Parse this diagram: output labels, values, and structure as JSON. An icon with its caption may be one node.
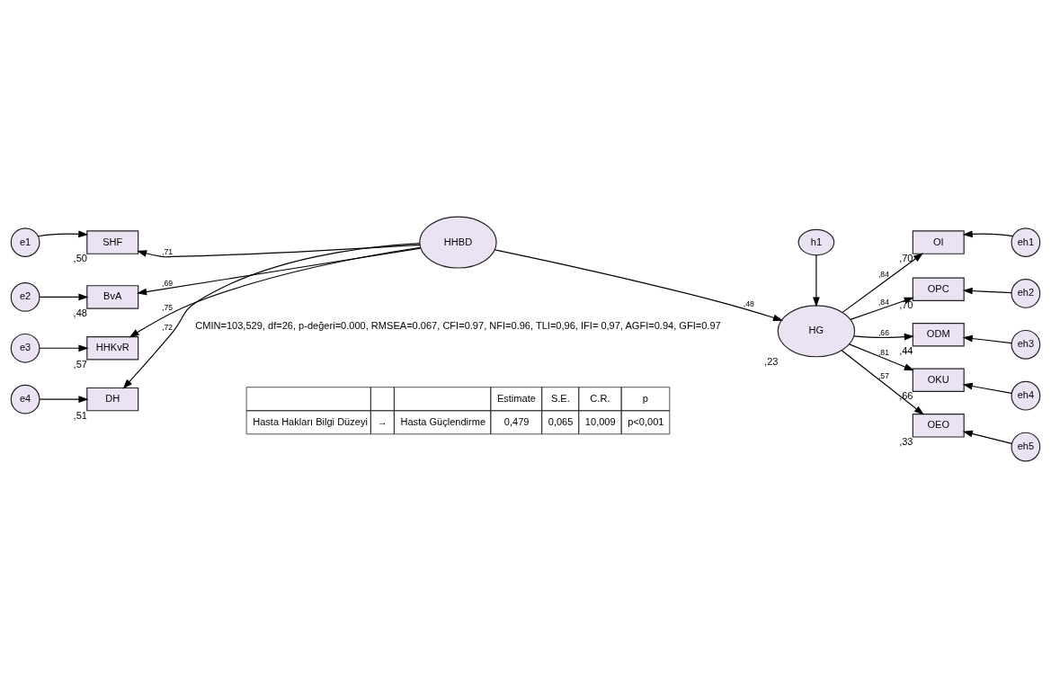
{
  "diagram": {
    "nodes": [
      {
        "text": [
          "e1"
        ]
      },
      {
        "text": [
          "SHF"
        ],
        "beside": [
          ",50"
        ]
      },
      {
        "text": [
          "e2"
        ]
      },
      {
        "text": [
          "BvA"
        ],
        "beside": [
          ",48"
        ]
      },
      {
        "text": [
          "e3"
        ]
      },
      {
        "text": [
          "HHKvR"
        ],
        "beside": [
          ",57"
        ]
      },
      {
        "text": [
          "e4"
        ]
      },
      {
        "text": [
          "DH"
        ],
        "beside": [
          ",51"
        ]
      },
      {
        "text": [
          "HHBD"
        ]
      },
      {
        "text": [
          "h1"
        ]
      },
      {
        "text": [
          "HG"
        ],
        "beside": [
          ",23"
        ]
      },
      {
        "text": [
          "OI"
        ],
        "beside": [
          ",70"
        ]
      },
      {
        "text": [
          "eh1"
        ]
      },
      {
        "text": [
          "OPC"
        ],
        "beside": [
          ",70"
        ]
      },
      {
        "text": [
          "eh2"
        ]
      },
      {
        "text": [
          "ODM"
        ],
        "beside": [
          ",44"
        ]
      },
      {
        "text": [
          "eh3"
        ]
      },
      {
        "text": [
          "OKU"
        ],
        "beside": [
          ",66"
        ]
      },
      {
        "text": [
          "eh4"
        ]
      },
      {
        "text": [
          "OEO"
        ],
        "beside": [
          ",33"
        ]
      },
      {
        "text": [
          "eh5"
        ]
      }
    ],
    "edges": [
      {
        "from": 0,
        "to": 1,
        "arrow": "to"
      },
      {
        "from": 8,
        "to": 1,
        "arrow": "to",
        "label": ",71"
      },
      {
        "from": 2,
        "to": 3,
        "arrow": "to"
      },
      {
        "from": 8,
        "to": 3,
        "arrow": "to",
        "label": ",69"
      },
      {
        "from": 4,
        "to": 5,
        "arrow": "to"
      },
      {
        "from": 8,
        "to": 5,
        "arrow": "to",
        "label": ",75"
      },
      {
        "from": 6,
        "to": 7,
        "arrow": "to"
      },
      {
        "from": 8,
        "to": 7,
        "arrow": "to",
        "label": ",72"
      },
      {
        "from": 8,
        "to": 10,
        "arrow": "to",
        "label": ",48"
      },
      {
        "from": 9,
        "to": 10,
        "arrow": "to"
      },
      {
        "from": 10,
        "to": 11,
        "arrow": "to",
        "label": ",84"
      },
      {
        "from": 12,
        "to": 11,
        "arrow": "to"
      },
      {
        "from": 10,
        "to": 13,
        "arrow": "to",
        "label": ",84"
      },
      {
        "from": 14,
        "to": 13,
        "arrow": "to"
      },
      {
        "from": 10,
        "to": 15,
        "arrow": "to",
        "label": ",66"
      },
      {
        "from": 16,
        "to": 15,
        "arrow": "to"
      },
      {
        "from": 10,
        "to": 17,
        "arrow": "to",
        "label": ",81"
      },
      {
        "from": 18,
        "to": 17,
        "arrow": "to"
      },
      {
        "from": 10,
        "to": 19,
        "arrow": "to",
        "label": ",57"
      },
      {
        "from": 20,
        "to": 19,
        "arrow": "to"
      }
    ],
    "labels": [
      "CMIN=103,529, df=26, p-değeri=0.000, RMSEA=0.067, CFI=0.97, NFI=0.96, TLI=0,96, IFI= 0,97, AGFI=0.94, GFI=0.97",
      "Estimate",
      "S.E.",
      "C.R.",
      "p",
      "Hasta Hakları Bilgi Düzeyi",
      "→",
      "Hasta Güçlendirme",
      "0,479",
      "0,065",
      "10,009",
      "p<0,001"
    ]
  }
}
